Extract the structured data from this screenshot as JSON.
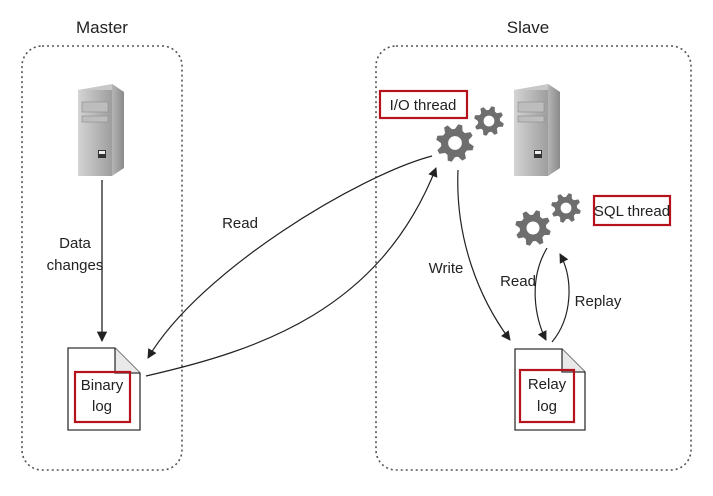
{
  "master": {
    "title": "Master",
    "data_changes_label": [
      "Data",
      "changes"
    ],
    "binary_log_label": [
      "Binary",
      "log"
    ]
  },
  "slave": {
    "title": "Slave",
    "io_thread_label": "I/O thread",
    "sql_thread_label": "SQL thread",
    "relay_log_label": [
      "Relay",
      "log"
    ]
  },
  "edges": {
    "read_master": "Read",
    "write": "Write",
    "read_relay": "Read",
    "replay": "Replay"
  },
  "colors": {
    "highlight_box": "#b5121b",
    "gear": "#6e6e6e",
    "server": "#a9a9a9",
    "dashed_border": "#555555"
  },
  "icons": [
    "server-icon",
    "gear-icon",
    "document-icon"
  ]
}
